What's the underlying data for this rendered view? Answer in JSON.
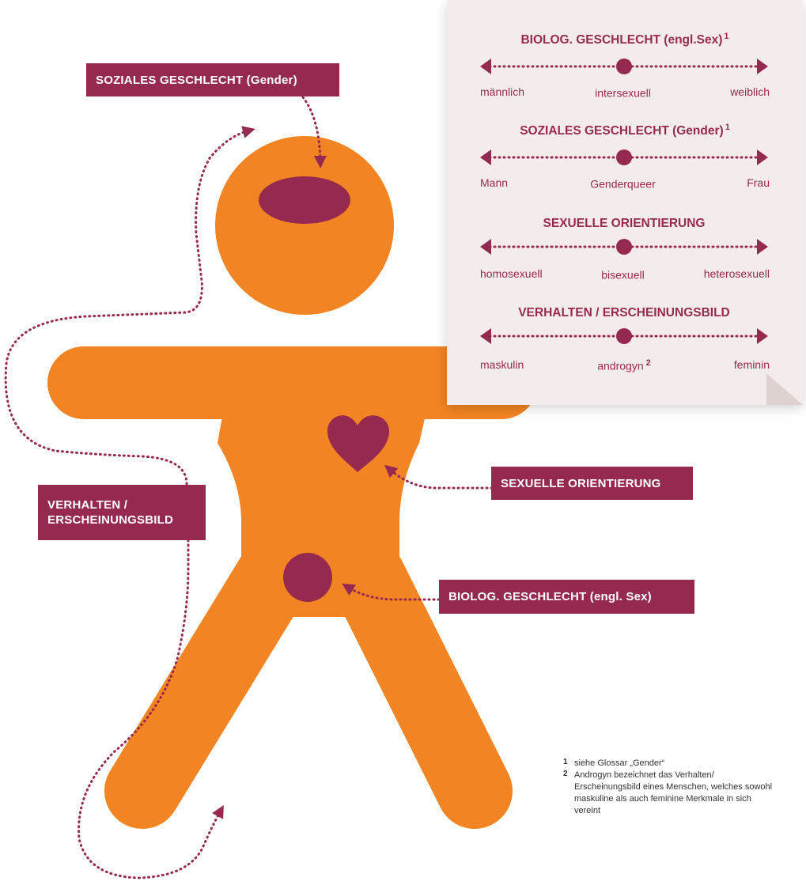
{
  "colors": {
    "body": "#f28423",
    "accent": "#96294f",
    "card": "#f4ecea"
  },
  "labels": {
    "gender": "SOZIALES GESCHLECHT (Gender)",
    "behavior_line1": "VERHALTEN /",
    "behavior_line2": "ERSCHEINUNGSBILD",
    "orientation": "SEXUELLE ORIENTIERUNG",
    "sex": "BIOLOG. GESCHLECHT (engl. Sex)"
  },
  "scales": [
    {
      "title": "BIOLOG. GESCHLECHT (engl.Sex)",
      "sup": "1",
      "left": "männlich",
      "middle": "intersexuell",
      "middle_sup": "",
      "right": "weiblich"
    },
    {
      "title": "SOZIALES GESCHLECHT (Gender)",
      "sup": "1",
      "left": "Mann",
      "middle": "Genderqueer",
      "middle_sup": "",
      "right": "Frau"
    },
    {
      "title": "SEXUELLE ORIENTIERUNG",
      "sup": "",
      "left": "homosexuell",
      "middle": "bisexuell",
      "middle_sup": "",
      "right": "heterosexuell"
    },
    {
      "title": "VERHALTEN / ERSCHEINUNGSBILD",
      "sup": "",
      "left": "maskulin",
      "middle": "androgyn",
      "middle_sup": "2",
      "right": "feminin"
    }
  ],
  "footnotes": [
    {
      "num": "1",
      "text": "siehe Glossar „Gender“"
    },
    {
      "num": "2",
      "text": "Androgyn bezeichnet das Verhalten/ Erscheinungsbild eines Menschen, welches sowohl maskuline als auch feminine Merkmale in sich vereint"
    }
  ],
  "icons": [
    "heart-icon",
    "head-oval-icon",
    "sex-circle-icon",
    "arrow-left-icon",
    "arrow-right-icon",
    "midpoint-dot-icon"
  ]
}
